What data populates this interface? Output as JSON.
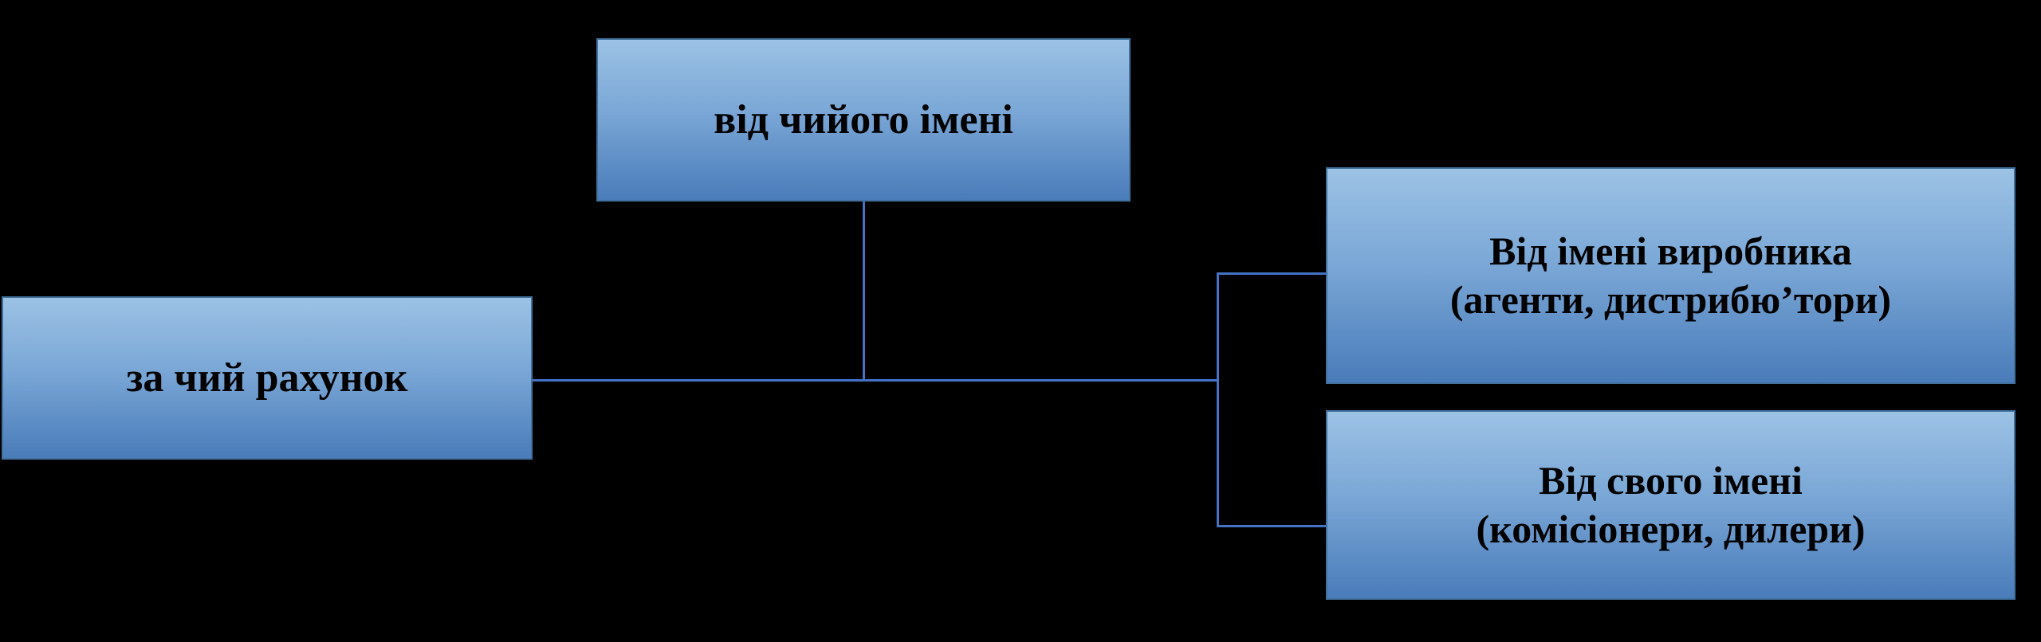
{
  "diagram": {
    "background_color": "#000000",
    "box_gradient_top": "#9cc2e5",
    "box_gradient_bottom": "#4a7cba",
    "box_border_color": "#41719c",
    "connector_color": "#4472c4",
    "text_color": "#000000",
    "nodes": {
      "top": {
        "label": "від чийого імені"
      },
      "left": {
        "label": "за чий рахунок"
      },
      "right_top": {
        "line1": "Від імені виробника",
        "line2": "(агенти, дистрибю’тори)"
      },
      "right_bottom": {
        "line1": "Від свого імені",
        "line2": "(комісіонери, дилери)"
      }
    }
  }
}
